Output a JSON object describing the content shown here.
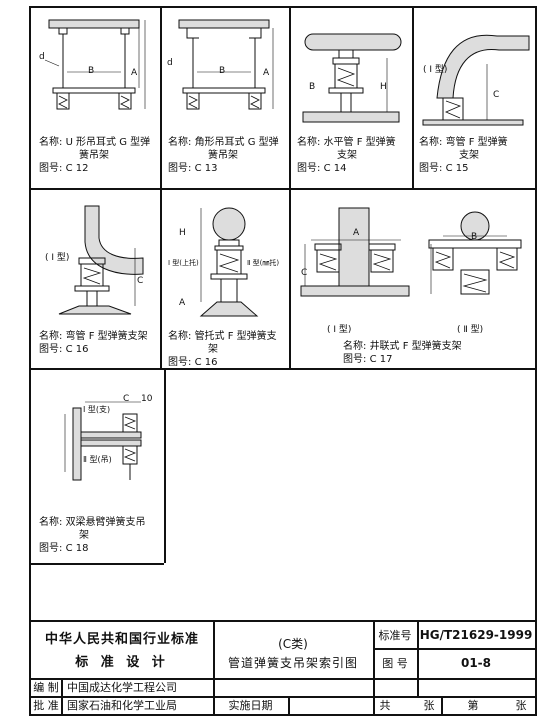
{
  "labels": {
    "name": "名称:",
    "figno": "图号:"
  },
  "cells": [
    {
      "name": "U 形吊耳式 G 型弹",
      "name2": "簧吊架",
      "fig": "C 12"
    },
    {
      "name": "角形吊耳式 G 型弹",
      "name2": "簧吊架",
      "fig": "C 13"
    },
    {
      "name": "水平管 F 型弹簧",
      "name2": "支架",
      "fig": "C 14"
    },
    {
      "name": "弯管 F 型弹簧",
      "name2": "支架",
      "fig": "C 15"
    },
    {
      "name": "弯管 F 型弹簧支架",
      "name2": "",
      "fig": "C 16"
    },
    {
      "name": "管托式 F 型弹簧支",
      "name2": "架",
      "fig": "C 16"
    },
    {
      "name": "井联式 F 型弹簧支架",
      "name2": "",
      "fig": "C 17"
    },
    {
      "name": "双梁悬臂弹簧支吊",
      "name2": "架",
      "fig": "C 18"
    }
  ],
  "drawing_labels": {
    "type1": "( Ⅰ 型)",
    "type2": "( Ⅱ 型)",
    "c15_tag": "( Ⅰ 型)",
    "c16_tag": "( Ⅰ 型)",
    "c16b_left": "Ⅰ 型(上托)",
    "c16b_right": "Ⅱ 型(㎜托)",
    "c18_top": "Ⅰ 型(支)",
    "c18_bottom": "Ⅱ 型(吊)",
    "dim_A": "A",
    "dim_B": "B",
    "dim_C": "C",
    "dim_H": "H",
    "dim_d": "d",
    "dim_10": "10"
  },
  "title_block": {
    "org_line1": "中华人民共和国行业标准",
    "org_line2": "标 准 设 计",
    "title_line1": "(C类)",
    "title_line2": "管道弹簧支吊架索引图",
    "std_no_label": "标准号",
    "std_no": "HG/T21629-1999",
    "fig_no_label": "图  号",
    "fig_no": "01-8",
    "compiler_label": "编  制",
    "compiler": "中国成达化学工程公司",
    "approver_label": "批  准",
    "approver": "国家石油和化学工业局",
    "impl_date_label": "实施日期",
    "total_label": "共",
    "sheets_label": "张",
    "page_label": "第",
    "page_sheets_label": "张"
  }
}
